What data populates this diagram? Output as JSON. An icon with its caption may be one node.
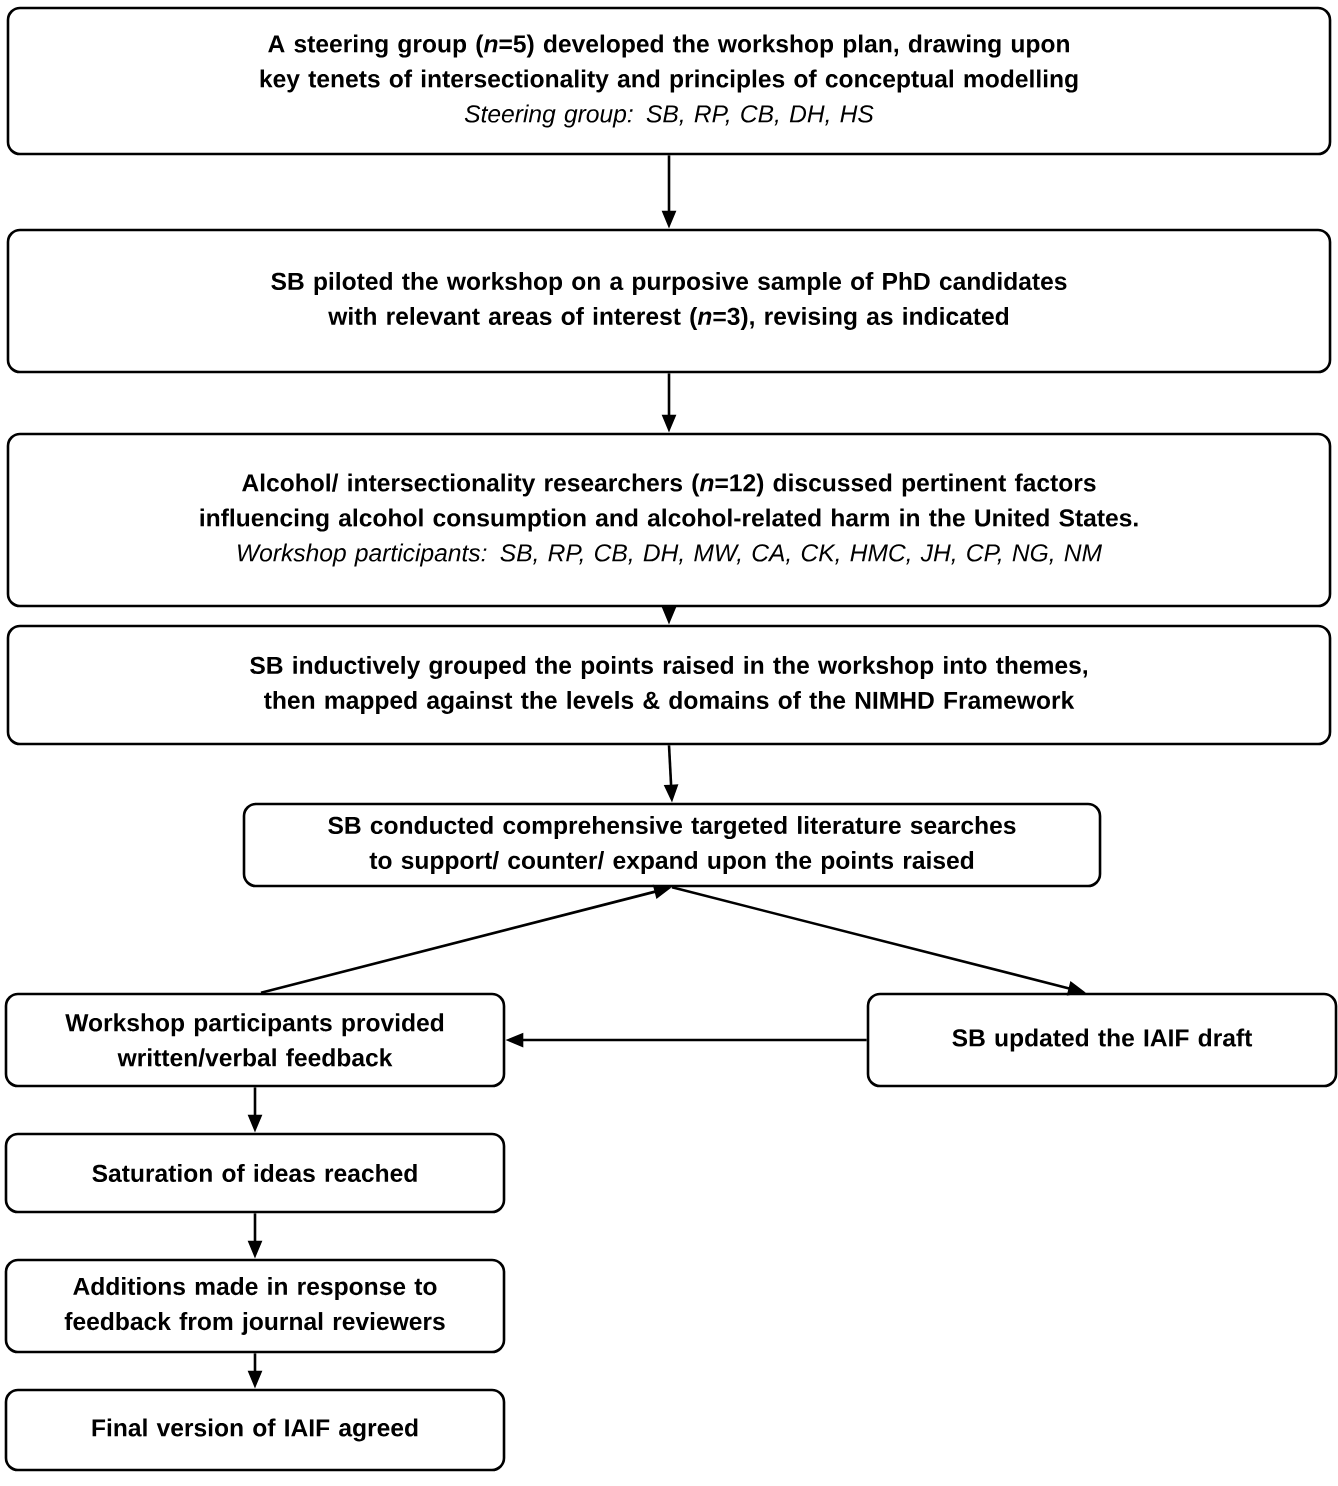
{
  "diagram": {
    "nodes": [
      {
        "text": [
          "A steering group (*n*=5) developed the workshop plan, drawing upon key tenets of intersectionality and principles of conceptual modelling",
          "Steering group: SB, RP, CB, DH, HS"
        ]
      },
      {
        "text": [
          "SB piloted the workshop on a purposive sample of PhD candidates with relevant areas of interest (*n*=3), revising as indicated"
        ]
      },
      {
        "text": [
          "Alcohol/ intersectionality researchers (*n*=12) discussed pertinent factors influencing alcohol consumption and alcohol-related harm in the United States.",
          "Workshop participants: SB, RP, CB, DH, MW, CA, CK, HMC, JH, CP, NG, NM"
        ]
      },
      {
        "text": [
          "SB inductively grouped the points raised in the workshop into themes, then mapped against the levels & domains of the NIMHD Framework"
        ]
      },
      {
        "text": [
          "SB conducted comprehensive targeted literature searches to support/ counter/ expand upon the points raised"
        ]
      },
      {
        "text": [
          "Workshop participants provided written/verbal feedback"
        ]
      },
      {
        "text": [
          "SB updated the IAIF draft"
        ]
      },
      {
        "text": [
          "Saturation of ideas reached"
        ]
      },
      {
        "text": [
          "Additions made in response to feedback from journal reviewers"
        ]
      },
      {
        "text": [
          "Final version of IAIF agreed"
        ]
      }
    ],
    "edges": [
      {
        "from": 0,
        "to": 1,
        "arrow": "to"
      },
      {
        "from": 1,
        "to": 2,
        "arrow": "to"
      },
      {
        "from": 2,
        "to": 3,
        "arrow": "to"
      },
      {
        "from": 3,
        "to": 4,
        "arrow": "to"
      },
      {
        "from": 5,
        "to": 4,
        "arrow": "to"
      },
      {
        "from": 4,
        "to": 6,
        "arrow": "to"
      },
      {
        "from": 6,
        "to": 5,
        "arrow": "to"
      },
      {
        "from": 5,
        "to": 7,
        "arrow": "to"
      },
      {
        "from": 7,
        "to": 8,
        "arrow": "to"
      },
      {
        "from": 8,
        "to": 9,
        "arrow": "to"
      }
    ]
  }
}
